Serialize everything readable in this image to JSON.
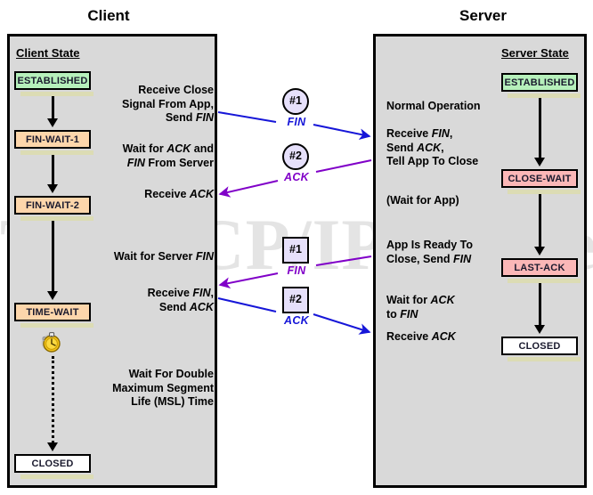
{
  "titles": {
    "client": "Client",
    "server": "Server"
  },
  "watermark": "The TCP/IP Guide",
  "client": {
    "state_heading": "Client State",
    "states": [
      {
        "label": "ESTABLISHED",
        "color": "#b6f0bb"
      },
      {
        "label": "FIN-WAIT-1",
        "color": "#fdd6ab"
      },
      {
        "label": "FIN-WAIT-2",
        "color": "#fdd6ab"
      },
      {
        "label": "TIME-WAIT",
        "color": "#fdd6ab"
      },
      {
        "label": "CLOSED",
        "color": "#ffffff"
      }
    ],
    "events": [
      "Receive Close\nSignal From App,\nSend FIN",
      "Wait for ACK and\nFIN From Server",
      "Receive ACK",
      "Wait for Server FIN",
      "Receive FIN,\nSend ACK",
      "Wait For Double\nMaximum Segment\nLife (MSL) Time"
    ],
    "timer_icon": "stopwatch-icon"
  },
  "server": {
    "state_heading": "Server State",
    "states": [
      {
        "label": "ESTABLISHED",
        "color": "#b6f0bb"
      },
      {
        "label": "CLOSE-WAIT",
        "color": "#fbb7b7"
      },
      {
        "label": "LAST-ACK",
        "color": "#fbb7b7"
      },
      {
        "label": "CLOSED",
        "color": "#ffffff"
      }
    ],
    "events": [
      "Normal Operation",
      "Receive FIN,\nSend ACK,\nTell App To Close",
      "(Wait for App)",
      "App Is Ready To\nClose, Send FIN",
      "Wait for ACK\nto FIN",
      "Receive ACK"
    ]
  },
  "messages": [
    {
      "badge": "#1",
      "label": "FIN",
      "shape": "circle",
      "direction": "client-to-server",
      "color": "#1616d8"
    },
    {
      "badge": "#2",
      "label": "ACK",
      "shape": "circle",
      "direction": "server-to-client",
      "color": "#8000c8"
    },
    {
      "badge": "#1",
      "label": "FIN",
      "shape": "square",
      "direction": "server-to-client",
      "color": "#8000c8"
    },
    {
      "badge": "#2",
      "label": "ACK",
      "shape": "square",
      "direction": "client-to-server",
      "color": "#1616d8"
    }
  ],
  "colors": {
    "panel_bg": "#d9d9d9",
    "badge_bg": "#e6e0fb",
    "shadow": "#dcdcb4",
    "blue": "#1616d8",
    "purple": "#8000c8",
    "established": "#b6f0bb",
    "orange": "#fdd6ab",
    "pink": "#fbb7b7"
  }
}
